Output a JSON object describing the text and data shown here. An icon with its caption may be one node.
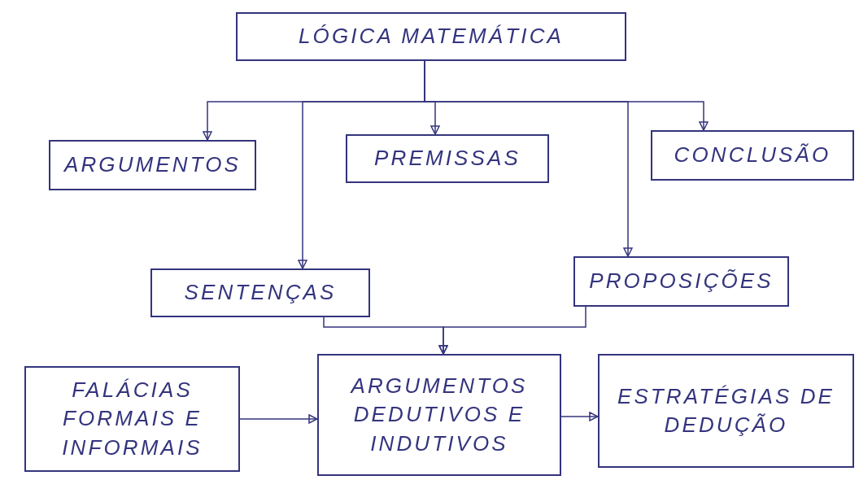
{
  "diagram": {
    "nodes": [
      {
        "text": [
          "LÓGICA MATEMÁTICA"
        ]
      },
      {
        "text": [
          "ARGUMENTOS"
        ]
      },
      {
        "text": [
          "PREMISSAS"
        ]
      },
      {
        "text": [
          "CONCLUSÃO"
        ]
      },
      {
        "text": [
          "SENTENÇAS"
        ]
      },
      {
        "text": [
          "PROPOSIÇÕES"
        ]
      },
      {
        "text": [
          "FALÁCIAS FORMAIS E INFORMAIS"
        ]
      },
      {
        "text": [
          "ARGUMENTOS DEDUTIVOS E INDUTIVOS"
        ]
      },
      {
        "text": [
          "ESTRATÉGIAS DE DEDUÇÃO"
        ]
      }
    ],
    "edges": [
      {
        "from": 0,
        "to": 1,
        "arrow": "to"
      },
      {
        "from": 0,
        "to": 4,
        "arrow": "to"
      },
      {
        "from": 0,
        "to": 2,
        "arrow": "to"
      },
      {
        "from": 0,
        "to": 5,
        "arrow": "to"
      },
      {
        "from": 0,
        "to": 3,
        "arrow": "to"
      },
      {
        "from": 4,
        "to": 7,
        "arrow": "to"
      },
      {
        "from": 5,
        "to": 7,
        "arrow": "to"
      },
      {
        "from": 6,
        "to": 7,
        "arrow": "to"
      },
      {
        "from": 7,
        "to": 8,
        "arrow": "to"
      }
    ]
  }
}
